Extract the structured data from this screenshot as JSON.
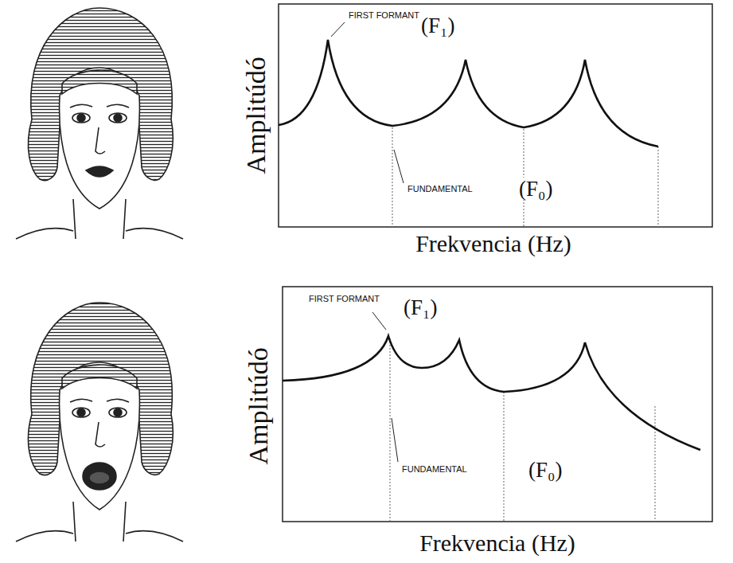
{
  "diagram": {
    "labels": [
      "FIRST FORMANT",
      "(F₁)",
      "Amplitúdó",
      "FUNDAMENTAL",
      "(F₀)",
      "Frekvencia (Hz)",
      "FIRST FORMANT",
      "(F₁)",
      "Amplitúdó",
      "FUNDAMENTAL",
      "(F₀)",
      "Frekvencia (Hz)"
    ]
  }
}
